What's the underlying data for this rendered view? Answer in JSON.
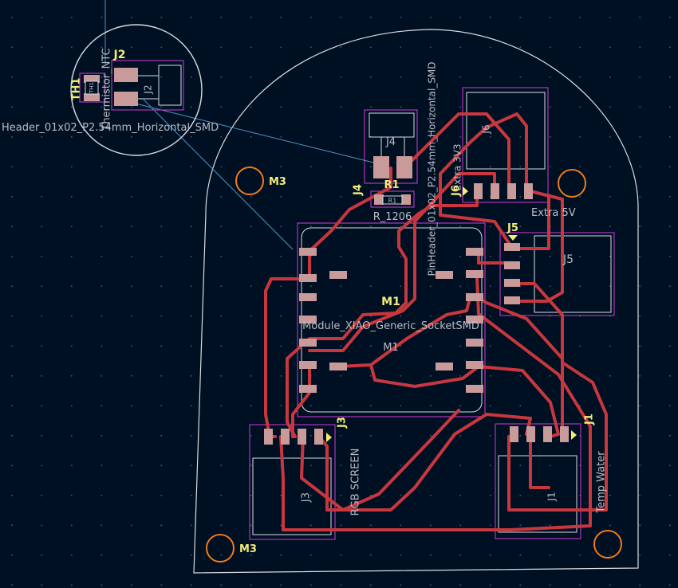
{
  "colors": {
    "background": "#001023",
    "grid": "#4a5570",
    "edge_cuts": "#d9dce0",
    "copper_track": "#c8373d",
    "pad": "#c99a9a",
    "silk_ref": "#f2ec7a",
    "fab_text": "#b9bcc3",
    "courtyard": "#d23ad8",
    "ratsnest": "#4f95c4",
    "mounting_hole": "#f07b1a"
  },
  "labels": {
    "th1_ref": "TH1",
    "th1_pad": "TH1",
    "j2_ref": "J2",
    "j2_fab": "J2",
    "thermistor_value": "Thermistor_NTC",
    "header_value": "Header_01x02_P2.54mm_Horizontal_SMD",
    "m3_top": "M3",
    "m3_bottom": "M3",
    "j4_ref": "J4",
    "j4_fab": "J4",
    "r1_ref": "R1",
    "r1_pad": "R1",
    "r1_value": "R_1206",
    "j4_value": "PinHeader_01x02_P2.54mm_Horizontal_SMD",
    "extra_3v3": "Extra 3V3",
    "j6_ref": "J6",
    "j6_fab": "J6",
    "extra_5v": "Extra 5V",
    "j5_ref": "J5",
    "j5_fab": "J5",
    "m1_ref": "M1",
    "m1_value": "Module_XIAO_Generic_SocketSMD",
    "m1_fab": "M1",
    "j3_ref": "J3",
    "j3_fab": "J3",
    "j3_value": "RGB SCREEN",
    "j1_ref": "J1",
    "j1_fab": "J1",
    "j1_value": "Temp Water"
  }
}
